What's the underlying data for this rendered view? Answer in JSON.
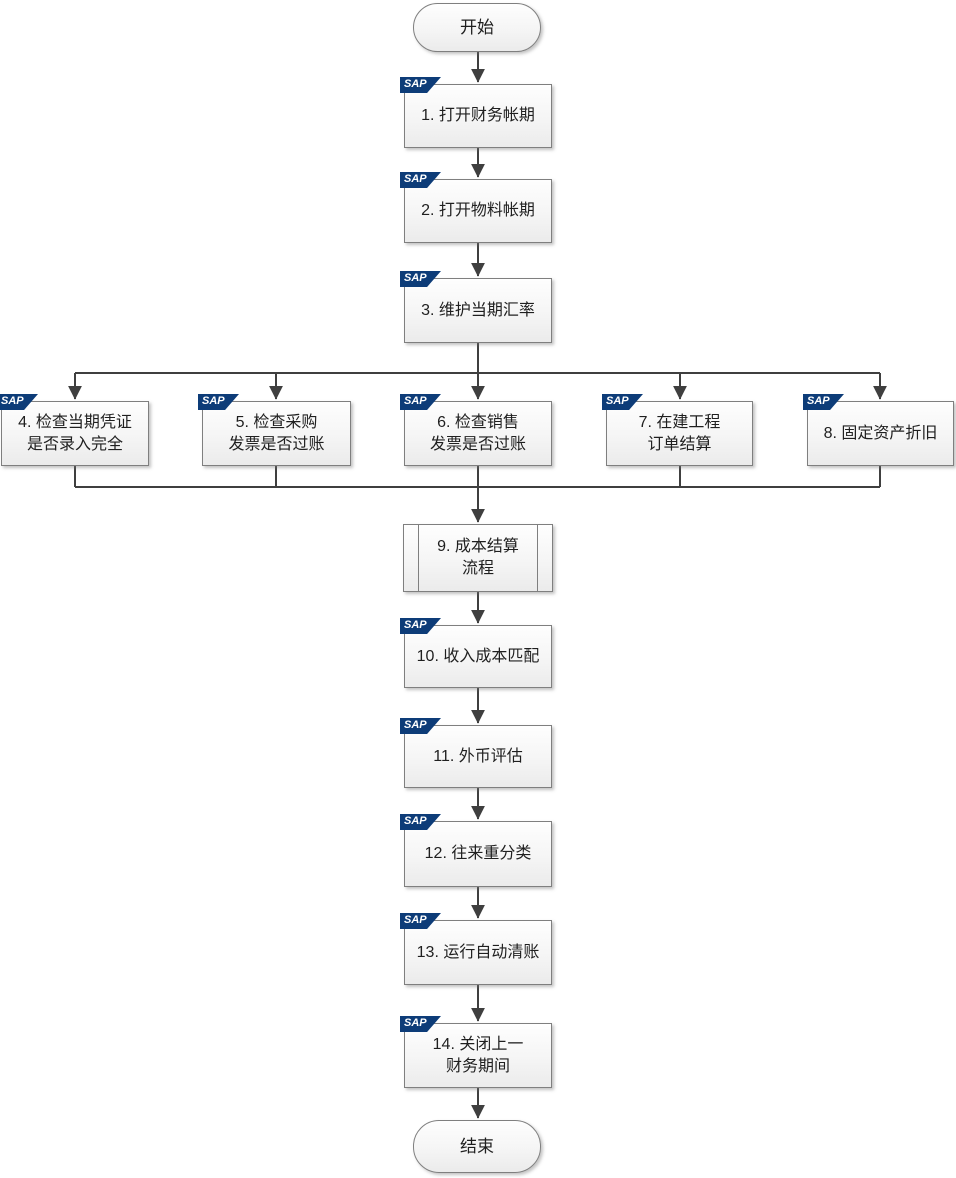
{
  "colors": {
    "sap_badge_bg": "#0d3c78",
    "sap_badge_text": "#ffffff",
    "connector_line": "#3f3f3f",
    "node_border": "#7f7f7f",
    "node_fill": "#f5f5f5",
    "text": "#1f1f1f"
  },
  "flowchart": {
    "sap_badge_label": "SAP",
    "start": {
      "label": "开始"
    },
    "end": {
      "label": "结束"
    },
    "steps": [
      {
        "num": "1",
        "label": "1. 打开财务帐期"
      },
      {
        "num": "2",
        "label": "2. 打开物料帐期"
      },
      {
        "num": "3",
        "label": "3. 维护当期汇率"
      },
      {
        "num": "4",
        "label": "4. 检查当期凭证\n是否录入完全"
      },
      {
        "num": "5",
        "label": "5. 检查采购\n发票是否过账"
      },
      {
        "num": "6",
        "label": "6. 检查销售\n发票是否过账"
      },
      {
        "num": "7",
        "label": "7. 在建工程\n订单结算"
      },
      {
        "num": "8",
        "label": "8. 固定资产折旧"
      },
      {
        "num": "9",
        "label": "9. 成本结算\n流程"
      },
      {
        "num": "10",
        "label": "10. 收入成本匹配"
      },
      {
        "num": "11",
        "label": "11. 外币评估"
      },
      {
        "num": "12",
        "label": "12. 往来重分类"
      },
      {
        "num": "13",
        "label": "13. 运行自动清账"
      },
      {
        "num": "14",
        "label": "14. 关闭上一\n财务期间"
      }
    ]
  }
}
